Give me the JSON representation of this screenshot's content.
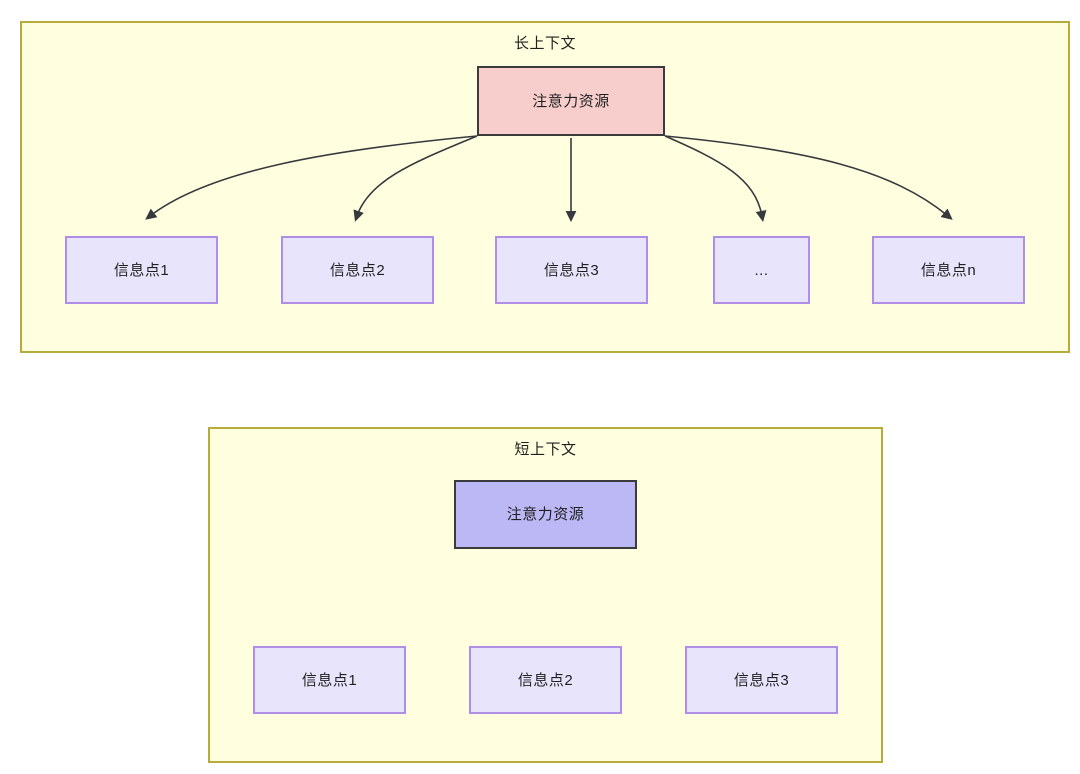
{
  "diagram": {
    "title_semantic": "attention-resource-allocation-diagram",
    "colors": {
      "panel_fill": "#ffffe0",
      "panel_border": "#b5ac3c",
      "pink_node_fill": "#f8cecc",
      "pink_node_border": "#3b3b3b",
      "blue_node_fill": "#bcb7f5",
      "blue_node_border": "#3b3b3b",
      "info_node_fill": "#e7e4fb",
      "info_node_border": "#b08ee6",
      "edge_stroke": "#36393d",
      "text": "#1f1f1f"
    },
    "panels": [
      {
        "id": "long-context",
        "title": "长上下文",
        "root": {
          "label": "注意力资源",
          "style": "pink"
        },
        "children": [
          {
            "label": "信息点1"
          },
          {
            "label": "信息点2"
          },
          {
            "label": "信息点3"
          },
          {
            "label": "..."
          },
          {
            "label": "信息点n"
          }
        ]
      },
      {
        "id": "short-context",
        "title": "短上下文",
        "root": {
          "label": "注意力资源",
          "style": "blue"
        },
        "children": [
          {
            "label": "信息点1"
          },
          {
            "label": "信息点2"
          },
          {
            "label": "信息点3"
          }
        ]
      }
    ]
  }
}
